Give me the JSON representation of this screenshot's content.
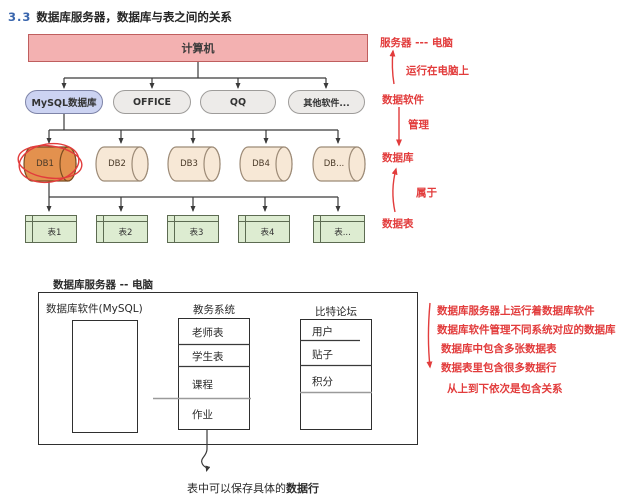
{
  "title": {
    "number": "3.3",
    "text": "数据库服务器，数据库与表之间的关系"
  },
  "tree": {
    "root": "计算机",
    "software": [
      {
        "label": "MySQL数据库",
        "highlight": true
      },
      {
        "label": "OFFICE",
        "highlight": false
      },
      {
        "label": "QQ",
        "highlight": false
      },
      {
        "label": "其他软件...",
        "highlight": false
      }
    ],
    "databases": [
      {
        "label": "DB1",
        "highlight": true
      },
      {
        "label": "DB2",
        "highlight": false
      },
      {
        "label": "DB3",
        "highlight": false
      },
      {
        "label": "DB4",
        "highlight": false
      },
      {
        "label": "DB...",
        "highlight": false
      }
    ],
    "tables": [
      "表1",
      "表2",
      "表3",
      "表4",
      "表..."
    ]
  },
  "annotations": {
    "server_pc": "服务器 --- 电脑",
    "runs_on_pc": "运行在电脑上",
    "data_software": "数据软件",
    "manage": "管理",
    "database": "数据库",
    "belongs_to": "属于",
    "data_table": "数据表"
  },
  "bottom": {
    "container_label": "数据库服务器  -- 电脑",
    "mysql_label": "数据库软件(MySQL)",
    "jiaowu": {
      "title": "教务系统",
      "rows": [
        "老师表",
        "学生表",
        "课程",
        "作业"
      ]
    },
    "bitei": {
      "title": "比特论坛",
      "rows": [
        "用户",
        "贴子",
        "积分"
      ]
    },
    "caption_prefix": "表中可以保存具体的",
    "caption_bold": "数据行"
  },
  "notes": [
    "数据库服务器上运行着数据库软件",
    "数据库软件管理不同系统对应的数据库",
    "数据库中包含多张数据表",
    "数据表里包含很多数据行",
    "从上到下依次是包含关系"
  ],
  "colors": {
    "accent_red": "#e23c3c",
    "title_number_blue": "#3a66ad",
    "computer_fill": "#f3b1b1",
    "computer_border": "#bf5e5e",
    "mysql_oval_fill": "#ccd3f2",
    "gray_oval_fill": "#edebe9",
    "db_highlight_fill": "#e3914e",
    "db_fill": "#f7e8d6",
    "table_fill": "#ddecd1",
    "line_dark": "#3a3a3a"
  }
}
